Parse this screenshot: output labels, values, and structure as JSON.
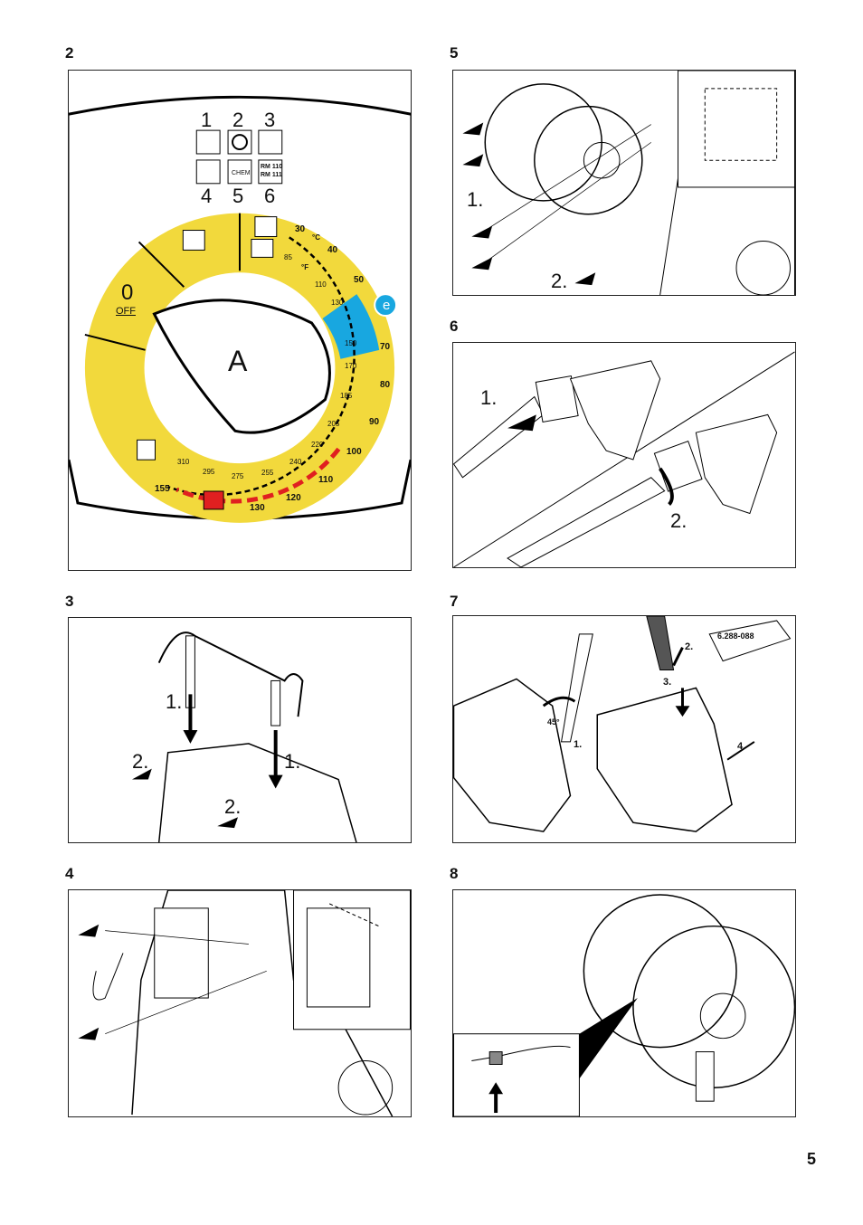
{
  "page_number": "5",
  "figures": [
    {
      "number": "2"
    },
    {
      "number": "3"
    },
    {
      "number": "4"
    },
    {
      "number": "5"
    },
    {
      "number": "6"
    },
    {
      "number": "7"
    },
    {
      "number": "8"
    }
  ],
  "fig2": {
    "top_numbers": [
      "1",
      "2",
      "3"
    ],
    "bottom_numbers": [
      "4",
      "5",
      "6"
    ],
    "rm_text": [
      "RM 110",
      "RM 111"
    ],
    "chem_text": "CHEM",
    "zero": "0",
    "off": "OFF",
    "center": "A",
    "unit_c": "°C",
    "unit_f": "°F",
    "celsius": [
      "30",
      "40",
      "50",
      "70",
      "80",
      "90",
      "100",
      "110",
      "120",
      "130"
    ],
    "fahrenheit": [
      "85",
      "110",
      "130",
      "150",
      "170",
      "185",
      "205",
      "220",
      "240",
      "255",
      "275",
      "295",
      "310",
      "155"
    ],
    "eco": "e",
    "colors": {
      "yellow": "#f2d93c",
      "blue": "#18a7e0",
      "red": "#e02020"
    }
  },
  "fig3": {
    "labels": [
      "1.",
      "1.",
      "2.",
      "2."
    ]
  },
  "fig5": {
    "labels": [
      "1.",
      "2."
    ]
  },
  "fig6": {
    "labels": [
      "1.",
      "2."
    ]
  },
  "fig7": {
    "part_number": "6.288-088",
    "angle": "45°",
    "labels": [
      "1.",
      "2.",
      "3.",
      "4."
    ]
  }
}
